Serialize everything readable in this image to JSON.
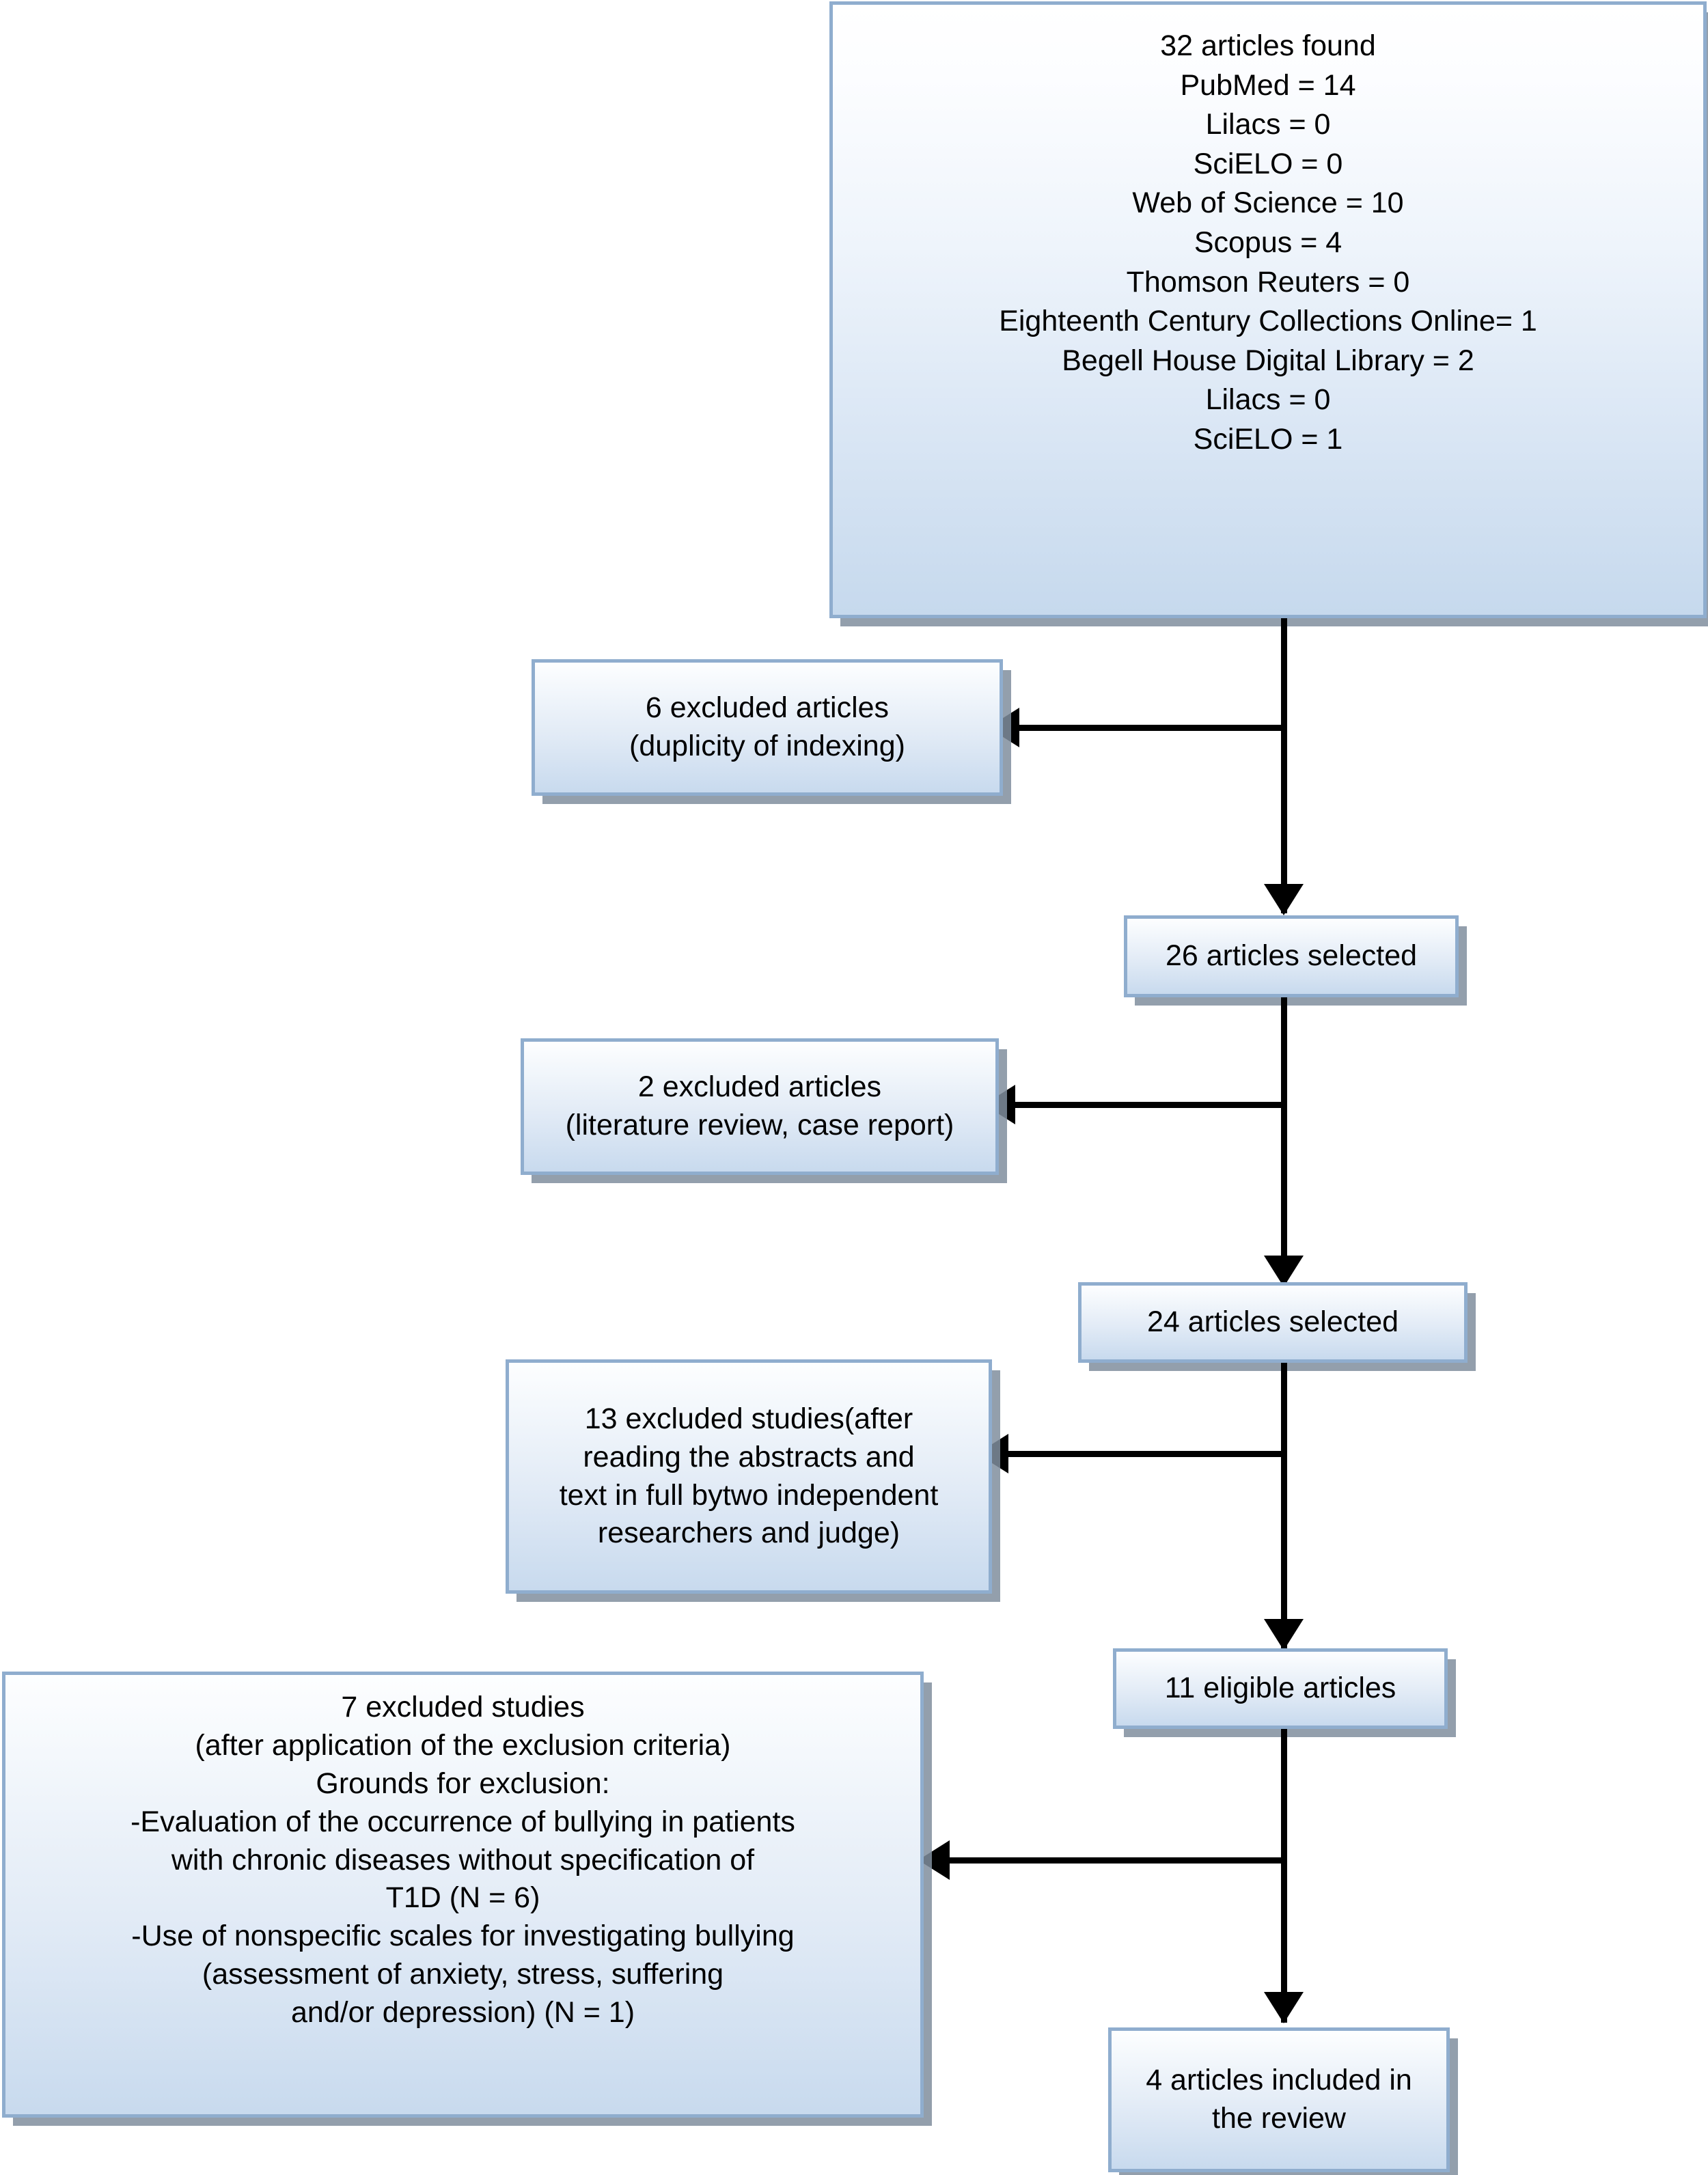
{
  "diagram": {
    "title": "PRISMA-style article selection flowchart",
    "accent_border_color": "#8fadce",
    "box_fill_top": "#ffffff",
    "box_fill_bottom": "#c6d9ed",
    "shadow_color": "#808e9e",
    "connector_color": "#000000",
    "nodes": {
      "articles_found": "32 articles found\nPubMed = 14\nLilacs = 0\nSciELO = 0\nWeb of Science = 10\nScopus = 4\nThomson Reuters = 0\nEighteenth Century Collections Online= 1\nBegell House Digital Library = 2\nLilacs = 0\nSciELO = 1",
      "excluded_6": "6 excluded articles\n(duplicity of indexing)",
      "selected_26": "26 articles selected",
      "excluded_2": "2 excluded articles\n(literature review, case report)",
      "selected_24": "24 articles selected",
      "excluded_13": "13 excluded studies(after\nreading the abstracts and\ntext in full bytwo independent\nresearchers and judge)",
      "eligible_11": "11 eligible articles",
      "excluded_7": "7 excluded studies\n(after application of the exclusion criteria)\nGrounds for exclusion:\n-Evaluation of the occurrence of bullying in patients\nwith chronic diseases without specification of\nT1D (N = 6)\n-Use of nonspecific scales for investigating bullying\n(assessment of anxiety, stress, suffering\nand/or depression) (N = 1)",
      "included_4": "4 articles included in\nthe review"
    },
    "counts": {
      "found_total": 32,
      "pubmed": 14,
      "lilacs_first": 0,
      "scielo_first": 0,
      "web_of_science": 10,
      "scopus": 4,
      "thomson_reuters": 0,
      "eighteenth_century_collections_online": 1,
      "begell_house_digital_library": 2,
      "lilacs_second": 0,
      "scielo_second": 1,
      "excluded_duplicity": 6,
      "selected_after_duplicity": 26,
      "excluded_review_case": 2,
      "selected_after_review": 24,
      "excluded_after_reading": 13,
      "eligible": 11,
      "excluded_criteria": 7,
      "excluded_criteria_chronic_unspecified": 6,
      "excluded_criteria_nonspecific_scales": 1,
      "included_final": 4
    }
  }
}
